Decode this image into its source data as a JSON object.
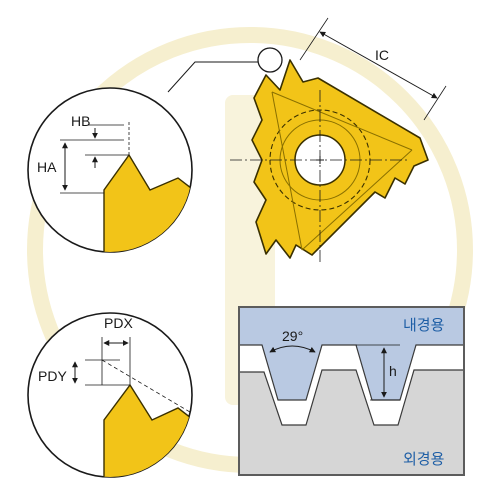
{
  "labels": {
    "ic": "IC",
    "hb": "HB",
    "ha": "HA",
    "pdx": "PDX",
    "pdy": "PDY",
    "angle": "29°",
    "h": "h",
    "internal": "내경용",
    "external": "외경용"
  },
  "colors": {
    "insert_gold": "#f2c418",
    "insert_outline": "#3a3000",
    "internal_fill": "#b9c9e2",
    "external_fill": "#d6d6d6",
    "panel_border": "#5c5c5c",
    "text_blue": "#1f5fa6",
    "watermark": "#f6efcf"
  }
}
